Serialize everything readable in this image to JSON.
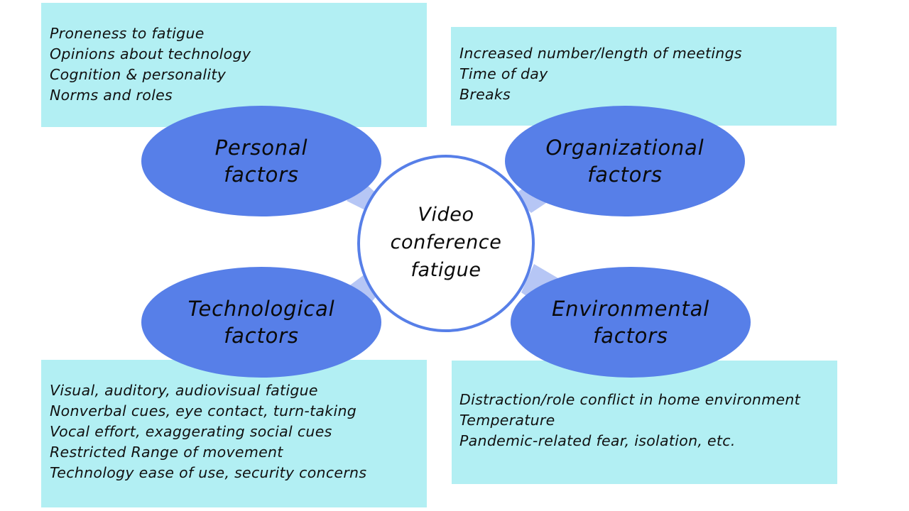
{
  "colors": {
    "box_fill": "#b2eff3",
    "ellipse_fill": "#577fe8",
    "connector_fill": "#b6c6f5",
    "center_border": "#577fe8"
  },
  "center": {
    "label": "Video\nconference\nfatigue"
  },
  "factors": {
    "personal": {
      "label": "Personal\nfactors",
      "items": [
        "Proneness to fatigue",
        "Opinions about technology",
        "Cognition & personality",
        "Norms and roles"
      ]
    },
    "organizational": {
      "label": "Organizational\nfactors",
      "items": [
        "Increased number/length of meetings",
        "Time of day",
        "Breaks"
      ]
    },
    "technological": {
      "label": "Technological\nfactors",
      "items": [
        "Visual, auditory, audiovisual fatigue",
        "Nonverbal cues, eye contact, turn-taking",
        "Vocal effort, exaggerating social cues",
        "Restricted Range of movement",
        "Technology ease of use, security concerns"
      ]
    },
    "environmental": {
      "label": "Environmental\nfactors",
      "items": [
        "Distraction/role conflict in home environment",
        "Temperature",
        "Pandemic-related fear, isolation, etc."
      ]
    }
  }
}
